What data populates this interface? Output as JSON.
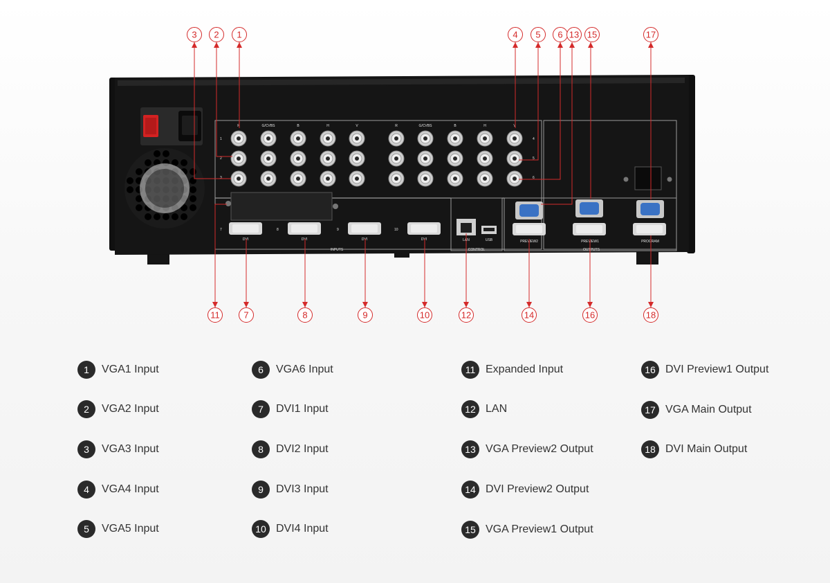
{
  "callouts": [
    "1",
    "2",
    "3",
    "4",
    "5",
    "6",
    "7",
    "8",
    "9",
    "10",
    "11",
    "12",
    "13",
    "14",
    "15",
    "16",
    "17",
    "18"
  ],
  "panel": {
    "bnc_headers": [
      "R",
      "G/CVBS",
      "B",
      "H",
      "V",
      "R",
      "G/CVBS",
      "B",
      "H",
      "V"
    ],
    "row_numbers_left": [
      "1",
      "2",
      "3"
    ],
    "row_numbers_right": [
      "4",
      "5",
      "6"
    ],
    "dvi_numbers": [
      "7",
      "8",
      "9",
      "10"
    ],
    "dvi_label": "DVI",
    "inputs_label": "INPUTS",
    "lan_label": "LAN",
    "usb_label": "USB",
    "control_label": "CONTROL",
    "preview2_label": "PREVIEW2",
    "preview1_label": "PREVIEW1",
    "program_label": "PROGRAM",
    "outputs_label": "OUTPUTS"
  },
  "legend": [
    {
      "num": "1",
      "label": "VGA1 Input"
    },
    {
      "num": "2",
      "label": "VGA2 Input"
    },
    {
      "num": "3",
      "label": "VGA3 Input"
    },
    {
      "num": "4",
      "label": "VGA4 Input"
    },
    {
      "num": "5",
      "label": "VGA5 Input"
    },
    {
      "num": "6",
      "label": "VGA6 Input"
    },
    {
      "num": "7",
      "label": "DVI1 Input"
    },
    {
      "num": "8",
      "label": "DVI2 Input"
    },
    {
      "num": "9",
      "label": "DVI3 Input"
    },
    {
      "num": "10",
      "label": "DVI4 Input"
    },
    {
      "num": "11",
      "label": "Expanded Input"
    },
    {
      "num": "12",
      "label": "LAN"
    },
    {
      "num": "13",
      "label": "VGA Preview2 Output"
    },
    {
      "num": "14",
      "label": "DVI Preview2 Output"
    },
    {
      "num": "15",
      "label": "VGA Preview1 Output"
    },
    {
      "num": "16",
      "label": "DVI Preview1 Output"
    },
    {
      "num": "17",
      "label": "VGA Main Output"
    },
    {
      "num": "18",
      "label": "DVI Main Output"
    }
  ],
  "colors": {
    "callout": "#d42a2a",
    "chassis": "#151515",
    "badge": "#2a2a2a",
    "vga_port": "#3a72c4"
  }
}
